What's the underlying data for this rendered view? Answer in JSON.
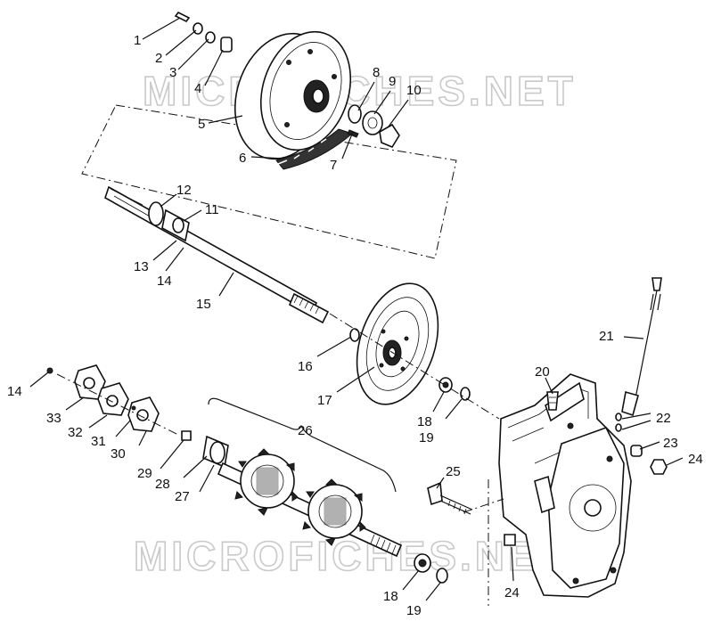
{
  "watermark": {
    "top": "MICROFICHES.NET",
    "bottom": "MICROFICHES.NET"
  },
  "callouts": [
    {
      "id": "c1",
      "label": "1"
    },
    {
      "id": "c2",
      "label": "2"
    },
    {
      "id": "c3",
      "label": "3"
    },
    {
      "id": "c4",
      "label": "4"
    },
    {
      "id": "c5",
      "label": "5"
    },
    {
      "id": "c6",
      "label": "6"
    },
    {
      "id": "c7",
      "label": "7"
    },
    {
      "id": "c8",
      "label": "8"
    },
    {
      "id": "c9",
      "label": "9"
    },
    {
      "id": "c10",
      "label": "10"
    },
    {
      "id": "c11",
      "label": "11"
    },
    {
      "id": "c12",
      "label": "12"
    },
    {
      "id": "c13",
      "label": "13"
    },
    {
      "id": "c14a",
      "label": "14"
    },
    {
      "id": "c15",
      "label": "15"
    },
    {
      "id": "c16",
      "label": "16"
    },
    {
      "id": "c17",
      "label": "17"
    },
    {
      "id": "c18a",
      "label": "18"
    },
    {
      "id": "c19a",
      "label": "19"
    },
    {
      "id": "c20",
      "label": "20"
    },
    {
      "id": "c21",
      "label": "21"
    },
    {
      "id": "c22",
      "label": "22"
    },
    {
      "id": "c23",
      "label": "23"
    },
    {
      "id": "c24a",
      "label": "24"
    },
    {
      "id": "c25",
      "label": "25"
    },
    {
      "id": "c26",
      "label": "26"
    },
    {
      "id": "c27",
      "label": "27"
    },
    {
      "id": "c28",
      "label": "28"
    },
    {
      "id": "c29",
      "label": "29"
    },
    {
      "id": "c30",
      "label": "30"
    },
    {
      "id": "c31",
      "label": "31"
    },
    {
      "id": "c32",
      "label": "32"
    },
    {
      "id": "c33",
      "label": "33"
    },
    {
      "id": "c14b",
      "label": "14"
    },
    {
      "id": "c24b",
      "label": "24"
    },
    {
      "id": "c18b",
      "label": "18"
    },
    {
      "id": "c19b",
      "label": "19"
    }
  ]
}
